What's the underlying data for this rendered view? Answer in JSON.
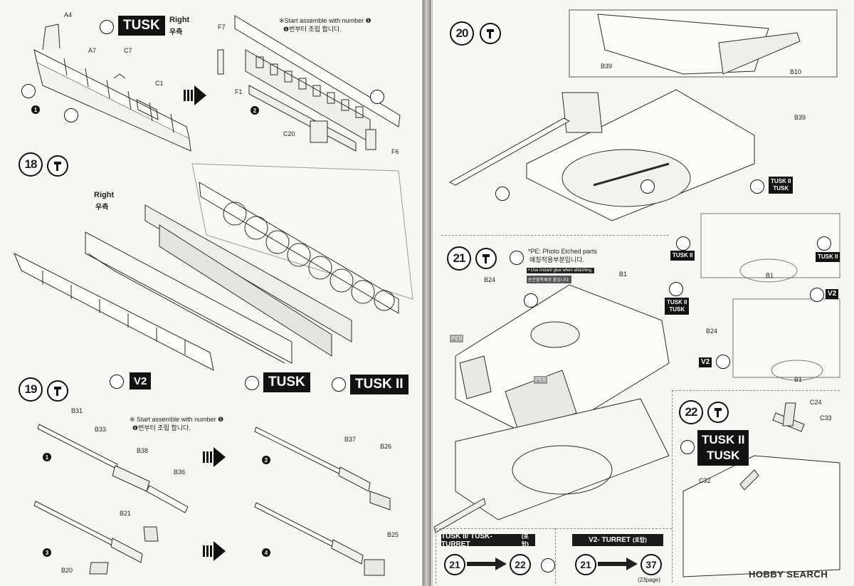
{
  "left_page": {
    "top": {
      "badge": "TUSK",
      "side_en": "Right",
      "side_ko": "우측",
      "note_line1": "※Start assemble with number ❶",
      "note_line2": "❶번부터 조립 합니다.",
      "bullet1": "1",
      "bullet2": "2",
      "parts": {
        "A4": "A4",
        "A7": "A7",
        "C7": "C7",
        "C1": "C1",
        "F7": "F7",
        "F1": "F1",
        "C20": "C20",
        "F6": "F6"
      }
    },
    "step18": {
      "number": "18",
      "side_en": "Right",
      "side_ko": "우측",
      "badge_v2": "V2",
      "badge_tusk": "TUSK",
      "badge_tusk2": "TUSK II"
    },
    "step19": {
      "number": "19",
      "note_line1": "※ Start assemble with number ❶",
      "note_line2": "❶번부터 조립 합니다.",
      "bullets": [
        "1",
        "2",
        "3",
        "4"
      ],
      "parts": {
        "B31": "B31",
        "B33": "B33",
        "B38": "B38",
        "B36": "B36",
        "B37": "B37",
        "B26": "B26",
        "B21": "B21",
        "B20": "B20",
        "B25": "B25"
      }
    }
  },
  "right_page": {
    "step20": {
      "number": "20",
      "parts": {
        "B39_top": "B39",
        "B10": "B10",
        "B39_main": "B39"
      },
      "tusk2_tusk_line1": "TUSK II",
      "tusk2_tusk_line2": "TUSK",
      "badge_tusk2_left": "TUSK II",
      "badge_tusk2_right": "TUSK II",
      "part_b1": "B1"
    },
    "step21": {
      "number": "21",
      "pe_note_line1": "*PE: Photo Etched parts",
      "pe_note_line2": "에칭적용부분입니다.",
      "glue_note_line1": "• Use instant glue when attaching.",
      "glue_note_line2": "순간접착제로 붙입니다.",
      "parts": {
        "B24": "B24",
        "B1": "B1",
        "PE9_a": "PE9",
        "PE9_b": "PE9",
        "B24_side": "B24",
        "B1_side": "B1"
      },
      "badge_tusk2": "TUSK II",
      "badge_tusk": "TUSK",
      "badge_v2_top": "V2",
      "badge_v2_bottom": "V2"
    },
    "step22": {
      "number": "22",
      "badge_line1": "TUSK II",
      "badge_line2": "TUSK",
      "parts": {
        "C24": "C24",
        "C33": "C33",
        "C32": "C32"
      }
    },
    "flow": {
      "tusk_label": "TUSK II/ TUSK- TURRET",
      "tusk_label_ko": "(포탑)",
      "tusk_from": "21",
      "tusk_to": "22",
      "v2_label": "V2- TURRET",
      "v2_label_ko": "(포탑)",
      "v2_from": "21",
      "v2_to": "37",
      "v2_page_ref": "(23page)"
    },
    "watermark": "HOBBY SEARCH"
  },
  "icons": {
    "hammer": "hammer-icon",
    "part_reference": "part-reference-icon",
    "glue": "glue-icon",
    "no_glue": "no-glue-icon",
    "arrow": "arrow-right-icon"
  },
  "colors": {
    "paper": "#f7f6f2",
    "ink": "#1e1e1e",
    "badge": "#121212",
    "pe_tag": "#9a9a9a"
  }
}
